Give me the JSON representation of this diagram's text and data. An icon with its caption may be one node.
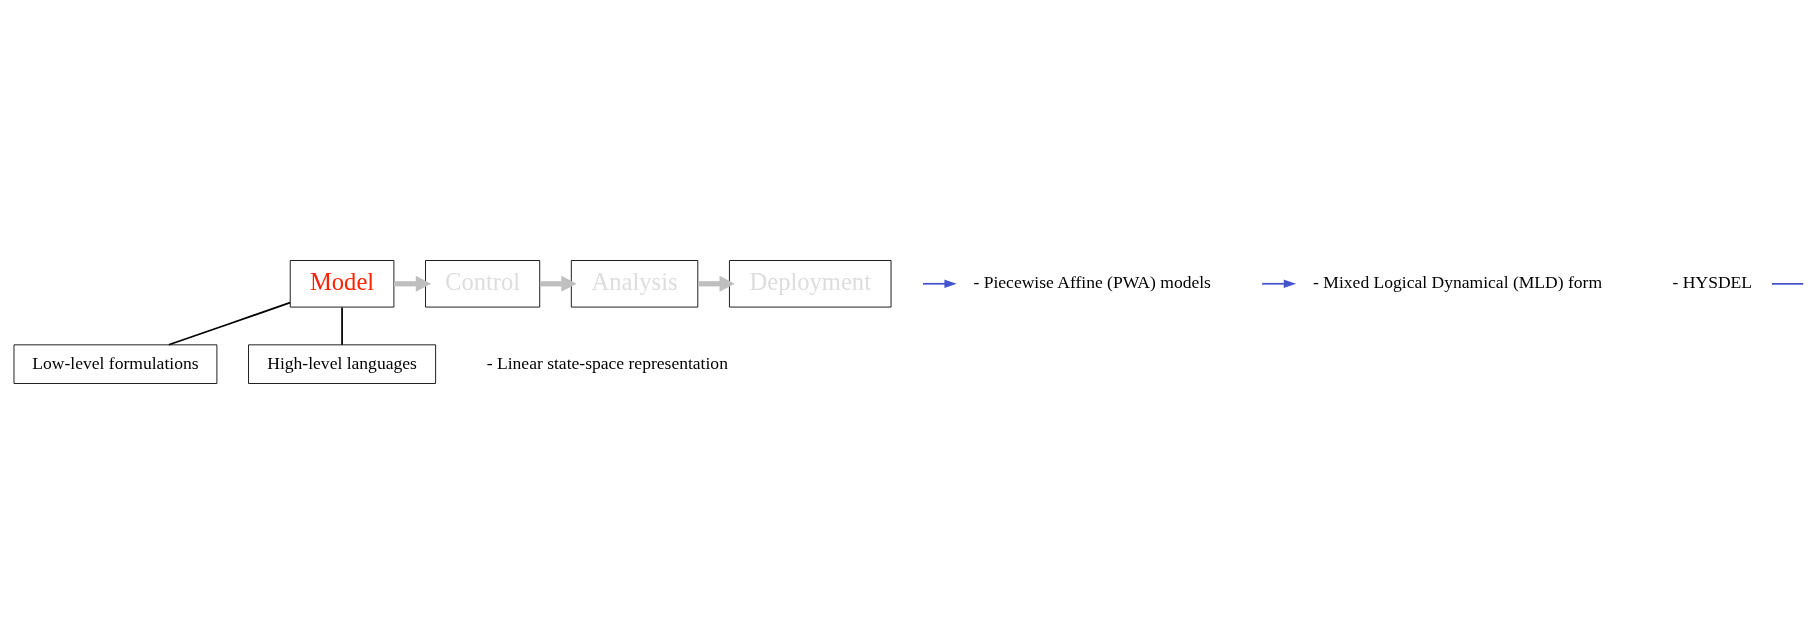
{
  "diagram": {
    "nodes": [
      {
        "text": [
          "Model"
        ]
      },
      {
        "text": [
          "Control"
        ]
      },
      {
        "text": [
          "Analysis"
        ]
      },
      {
        "text": [
          "Deployment"
        ]
      },
      {
        "text": [
          "Low-level formulations"
        ]
      },
      {
        "text": [
          "High-level languages"
        ]
      },
      {
        "text": [
          "- Piecewise Affine (PWA) models"
        ]
      },
      {
        "text": [
          "- Mixed Logical Dynamical (MLD) form"
        ]
      },
      {
        "text": [
          "- HYSDEL"
        ]
      }
    ],
    "edges": [
      {
        "from": 0,
        "to": 1,
        "arrow": "to",
        "style": "thick",
        "color": "#bfbfbf"
      },
      {
        "from": 1,
        "to": 2,
        "arrow": "to",
        "style": "thick",
        "color": "#bfbfbf"
      },
      {
        "from": 2,
        "to": 3,
        "arrow": "to",
        "style": "thick",
        "color": "#bfbfbf"
      },
      {
        "from": 0,
        "to": 4,
        "arrow": "none",
        "color": "#000000"
      },
      {
        "from": 0,
        "to": 5,
        "arrow": "none",
        "color": "#000000"
      },
      {
        "from": null,
        "to": 6,
        "arrow": "to",
        "color": "#4455cc"
      },
      {
        "from": null,
        "to": 7,
        "arrow": "to",
        "color": "#4455cc"
      },
      {
        "from": 8,
        "to": null,
        "arrow": "none",
        "color": "#4455cc"
      }
    ],
    "labels": [
      "- Linear state-space representation"
    ]
  }
}
